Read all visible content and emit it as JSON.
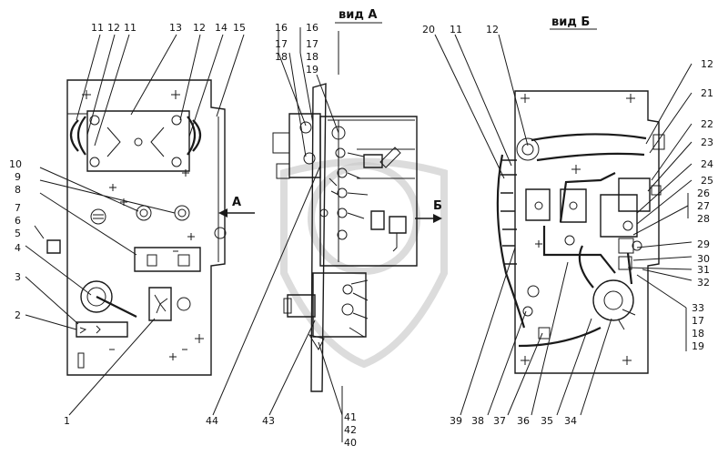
{
  "colors": {
    "ink": "#1a1a1a",
    "paper": "#ffffff",
    "watermark": "#c9c9c9"
  },
  "view_titles": {
    "view_a": "вид А",
    "view_b": "вид Б"
  },
  "arrows": {
    "a": "А",
    "b": "Б"
  },
  "callouts": {
    "l11a": "11",
    "l12a": "12",
    "l11b": "11",
    "l13": "13",
    "l12b": "12",
    "l14": "14",
    "l15": "15",
    "l10": "10",
    "l9": "9",
    "l8": "8",
    "l7": "7",
    "l6": "6",
    "l5": "5",
    "l4": "4",
    "l3": "3",
    "l2": "2",
    "l1": "1",
    "l16a": "16",
    "l17a": "17",
    "l18a": "18",
    "l16b": "16",
    "l17b": "17",
    "l18b": "18",
    "l19b": "19",
    "l44": "44",
    "l43": "43",
    "l41": "41",
    "l42": "42",
    "l40": "40",
    "l20": "20",
    "l11c": "11",
    "l12c": "12",
    "l12d": "12",
    "l21": "21",
    "l22": "22",
    "l23": "23",
    "l24": "24",
    "l25": "25",
    "l26": "26",
    "l27": "27",
    "l28": "28",
    "l29": "29",
    "l30": "30",
    "l31": "31",
    "l32": "32",
    "l33": "33",
    "l17c": "17",
    "l18c": "18",
    "l19c": "19",
    "l39": "39",
    "l38": "38",
    "l37": "37",
    "l36": "36",
    "l35": "35",
    "l34": "34"
  }
}
